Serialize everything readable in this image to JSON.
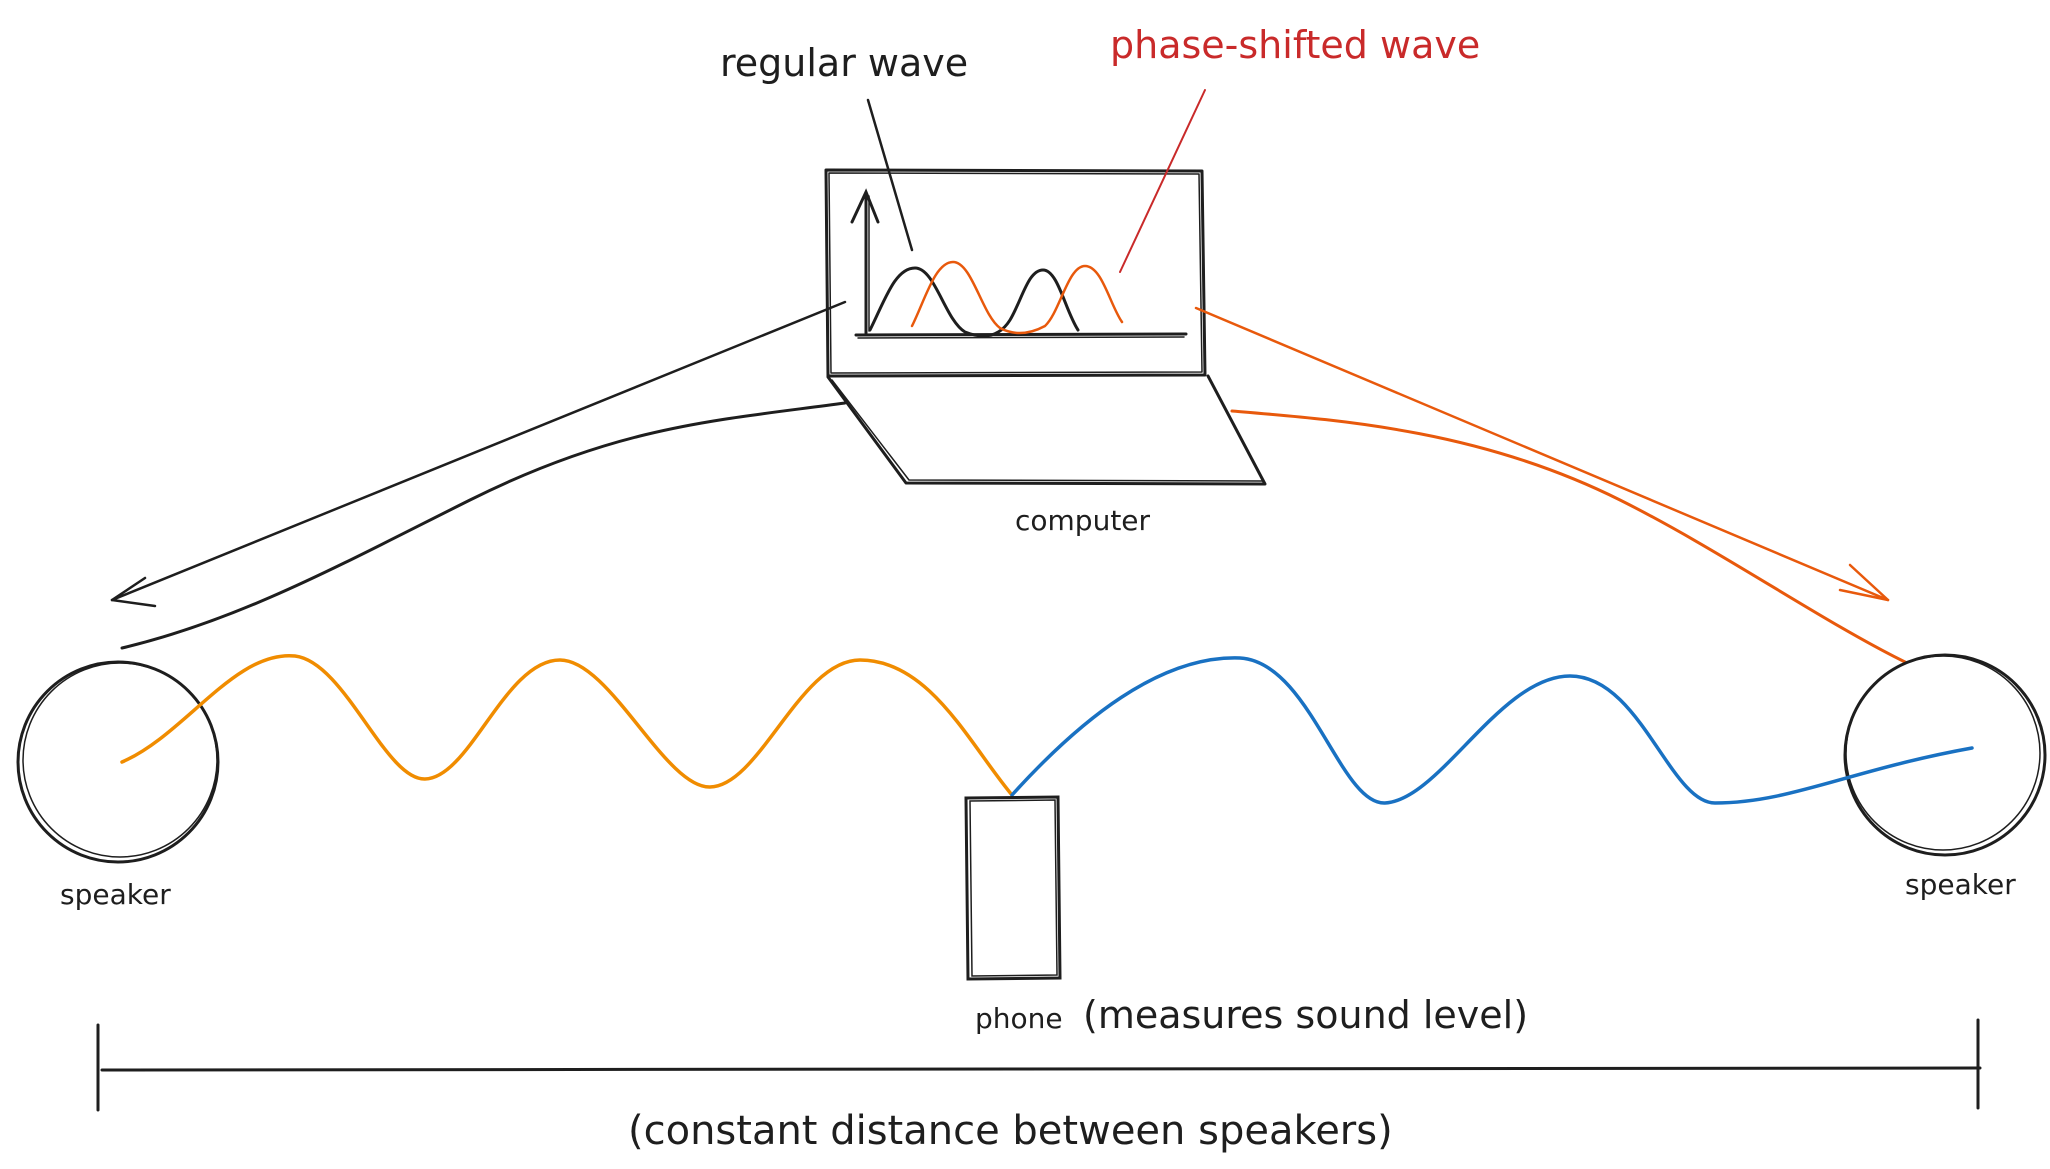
{
  "labels": {
    "regular_wave": "regular wave",
    "phase_shifted_wave": "phase-shifted wave",
    "computer": "computer",
    "speaker_left": "speaker",
    "speaker_right": "speaker",
    "phone": "phone",
    "phone_note": "(measures sound level)",
    "distance_note": "(constant distance between speakers)"
  },
  "colors": {
    "ink": "#1e1e1e",
    "red_annotation": "#c92a2a",
    "orange_arrow": "#e8590c",
    "orange_wave": "#f08c00",
    "blue_wave": "#1971c2"
  }
}
